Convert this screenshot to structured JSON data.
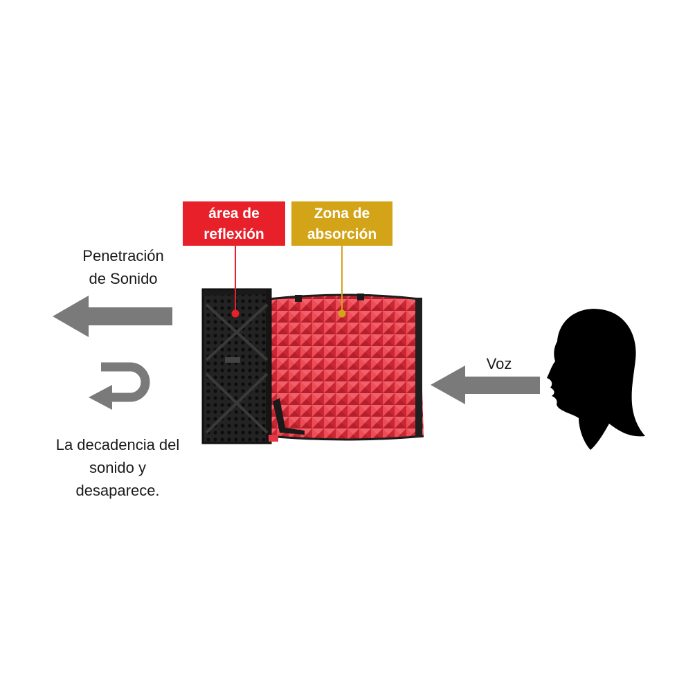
{
  "labels": {
    "reflexion": {
      "line1": "área de",
      "line2": "reflexión",
      "color": "#e8202a"
    },
    "absorcion": {
      "line1": "Zona de",
      "line2": "absorción",
      "color": "#d3a318"
    }
  },
  "texts": {
    "penetracion": {
      "line1": "Penetración",
      "line2": "de Sonido"
    },
    "decadencia": {
      "line1": "La decadencia del",
      "line2": "sonido y",
      "line3": "desaparece."
    },
    "voz": "Voz"
  },
  "colors": {
    "arrow": "#7a7a7a",
    "panel_dark": "#262626",
    "foam_red": "#e8343e",
    "silhouette": "#000000"
  },
  "icons": [
    "arrow-left-icon",
    "u-turn-arrow-icon",
    "reflection-filter-icon",
    "woman-head-silhouette-icon"
  ]
}
